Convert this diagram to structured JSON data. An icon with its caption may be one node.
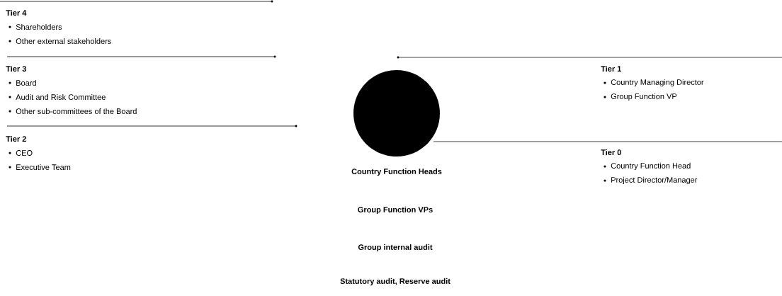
{
  "diagram": {
    "labels": [
      "Tier 4",
      "Shareholders",
      "Other external stakeholders",
      "Tier 3",
      "Board",
      "Audit and Risk Committee",
      "Other sub-committees of the Board",
      "Tier 2",
      "CEO",
      "Executive Team",
      "Tier 1",
      "Country Managing Director",
      "Group Function VP",
      "Tier 0",
      "Country Function Head",
      "Project Director/Manager",
      "Country Function Heads",
      "Group Function VPs",
      "Group internal audit",
      "Statutory audit, Reserve audit"
    ]
  }
}
